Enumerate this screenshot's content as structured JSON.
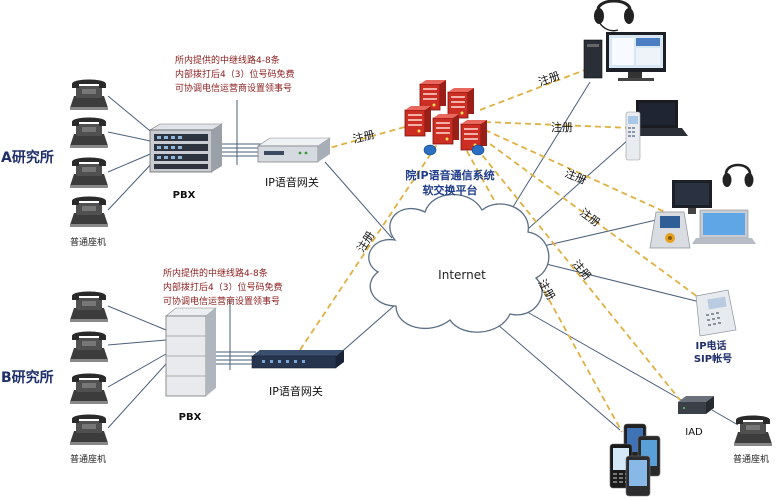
{
  "sites": {
    "a": {
      "name": "A研究所",
      "pbx": "PBX",
      "gateway": "IP语音网关",
      "phones": "普通座机",
      "note": [
        "所内提供的中继线路4-8条",
        "内部拨打后4（3）位号码免费",
        "可协调电信运营商设置领事号"
      ]
    },
    "b": {
      "name": "B研究所",
      "pbx": "PBX",
      "gateway": "IP语音网关",
      "phones": "普通座机",
      "note": [
        "所内提供的中继线路4-8条",
        "内部拨打后4（3）位号码免费",
        "可协调电信运营商设置领事号"
      ]
    }
  },
  "core": {
    "title": "院IP语音通信系统",
    "subtitle": "软交换平台"
  },
  "internet": "Internet",
  "register": "注册",
  "ip_phone": {
    "line1": "IP电话",
    "line2": "SIP帐号"
  },
  "iad": "IAD",
  "iad_phone": "普通座机",
  "colors": {
    "register_line": "#e0b040",
    "link_line": "#4a5f7a",
    "text_red": "#8a1c1c",
    "core_text": "#1f3d8a",
    "server_red": "#cc2e24"
  }
}
